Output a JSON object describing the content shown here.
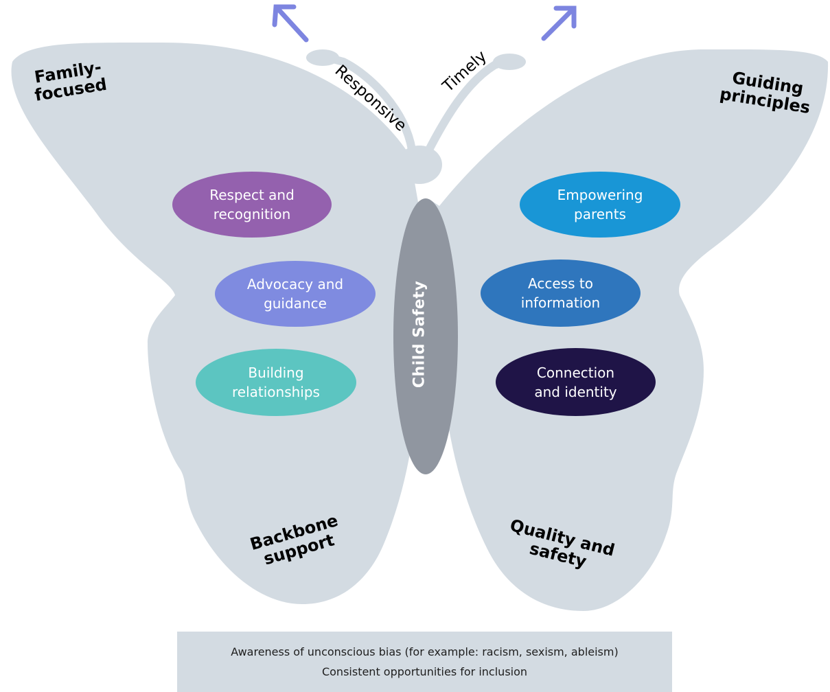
{
  "colors": {
    "wing": "#d3dbe2",
    "body": "#9096a0",
    "arrow": "#7d85e0",
    "respect_oval": "#9461ae",
    "advocacy_oval": "#7f8be0",
    "building_oval": "#5cc5c1",
    "empowering_oval": "#1996d6",
    "access_oval": "#2f76bd",
    "connection_oval": "#1f1447"
  },
  "antennae": {
    "left_word": "Responsive",
    "right_word": "Timely",
    "arrow_icon": "arrow-up-icon"
  },
  "corners": {
    "top_left": [
      "Family-",
      "focused"
    ],
    "top_right": [
      "Guiding",
      "principles"
    ],
    "bottom_left": [
      "Backbone",
      "support"
    ],
    "bottom_right": [
      "Quality and",
      "safety"
    ]
  },
  "body": {
    "label": "Child Safety"
  },
  "ovals": {
    "respect": [
      "Respect and",
      "recognition"
    ],
    "advocacy": [
      "Advocacy and",
      "guidance"
    ],
    "building": [
      "Building",
      "relationships"
    ],
    "empowering": [
      "Empowering",
      "parents"
    ],
    "access": [
      "Access to",
      "information"
    ],
    "connection": [
      "Connection",
      "and identity"
    ]
  },
  "footer": {
    "line1": "Awareness of unconscious bias (for example: racism, sexism, ableism)",
    "line2": "Consistent opportunities for inclusion"
  }
}
